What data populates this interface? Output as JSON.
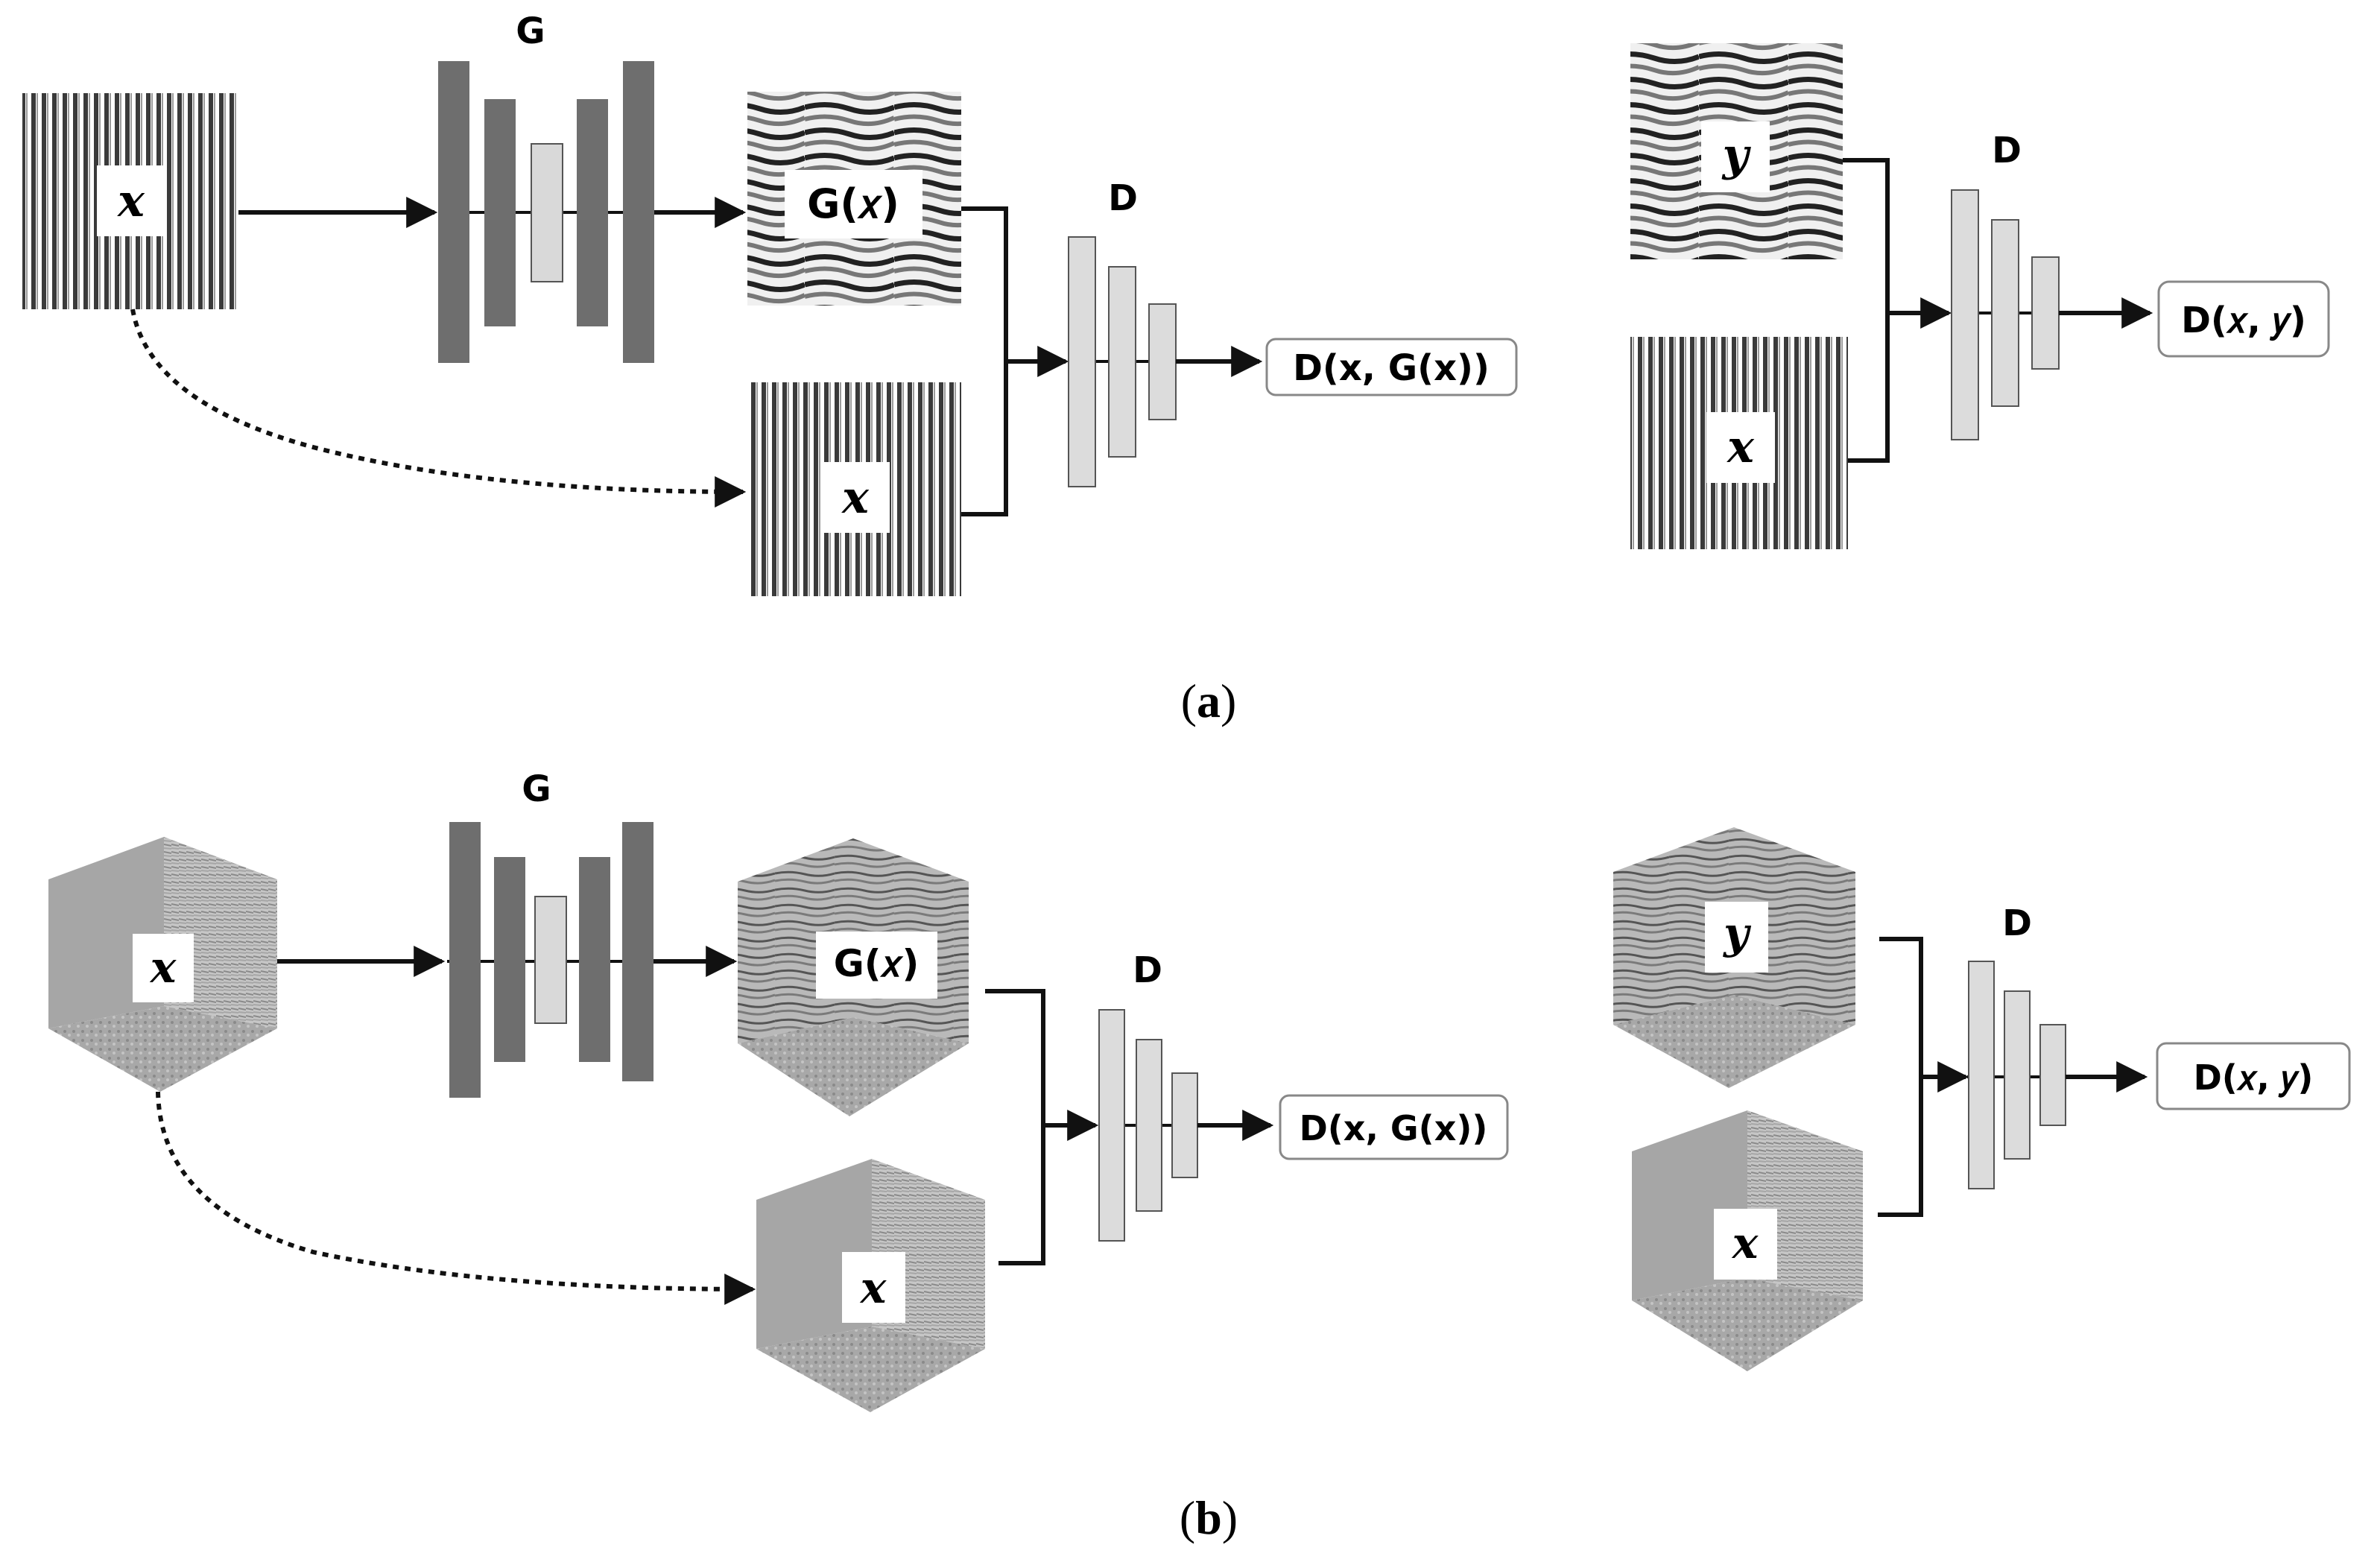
{
  "panel_a": {
    "caption_open": "(",
    "caption_letter": "a",
    "caption_close": ")",
    "generator_label": "G",
    "discriminator_label_fake": "D",
    "discriminator_label_real": "D",
    "input_label": "x",
    "generated_label": "G(𝑥)",
    "conditional_label": "x",
    "real_label": "y",
    "real_conditional_label": "x",
    "output_fake": "D(x, G(x))",
    "output_real": "D(𝑥, 𝑦)"
  },
  "panel_b": {
    "caption_open": "(",
    "caption_letter": "b",
    "caption_close": ")",
    "generator_label": "G",
    "discriminator_label_fake": "D",
    "discriminator_label_real": "D",
    "input_label": "x",
    "generated_label": "G(𝑥)",
    "conditional_label": "x",
    "real_label": "y",
    "real_conditional_label": "x",
    "output_fake": "D(x, G(x))",
    "output_real": "D(𝑥, 𝑦)"
  },
  "colors": {
    "generator_outer": "#6e6e6e",
    "generator_inner": "#d9d9d9",
    "discriminator": "#dcdcdc",
    "line": "#111111"
  }
}
